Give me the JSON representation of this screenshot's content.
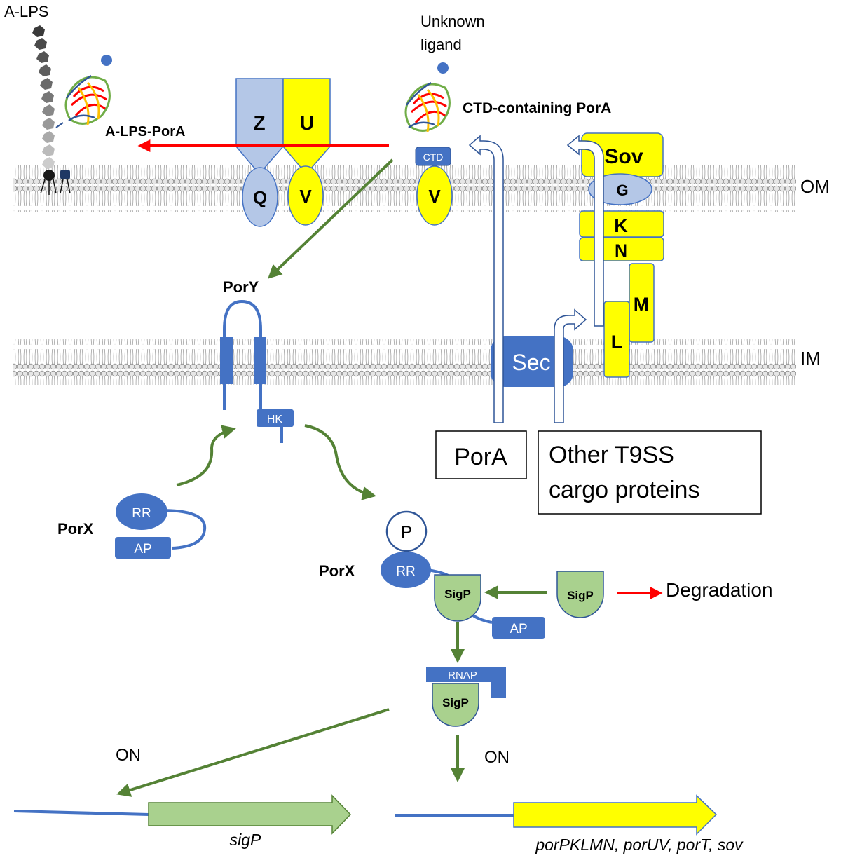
{
  "labels": {
    "alps": "A-LPS",
    "unknown_ligand_1": "Unknown",
    "unknown_ligand_2": "ligand",
    "ctd_pora": "CTD-containing PorA",
    "alps_pora": "A-LPS-PorA",
    "om": "OM",
    "im": "IM",
    "pory": "PorY",
    "porx_left": "PorX",
    "porx_right": "PorX",
    "degradation": "Degradation",
    "on_left": "ON",
    "on_right": "ON",
    "gene_sigp": "sigP",
    "gene_por": "porPKLMN, porUV, porT, sov"
  },
  "proteins": {
    "z": "Z",
    "u": "U",
    "q": "Q",
    "v1": "V",
    "v2": "V",
    "ctd": "CTD",
    "sov": "Sov",
    "g": "G",
    "k": "K",
    "n": "N",
    "m": "M",
    "l": "L",
    "sec": "Sec",
    "hk": "HK",
    "rr_left": "RR",
    "ap_left": "AP",
    "p": "P",
    "rr_right": "RR",
    "sigp_bound": "SigP",
    "sigp_free": "SigP",
    "ap_right": "AP",
    "rnap": "RNAP",
    "sigp_rnap": "SigP"
  },
  "boxes": {
    "pora": "PorA",
    "other_1": "Other T9SS",
    "other_2": "cargo proteins"
  },
  "colors": {
    "blue": "#4472c4",
    "light_blue": "#b4c7e7",
    "yellow": "#ffff00",
    "green_fill": "#a9d18e",
    "arrow_green": "#548235",
    "arrow_red": "#ff0000",
    "membrane_gray": "#c8c8c8"
  }
}
